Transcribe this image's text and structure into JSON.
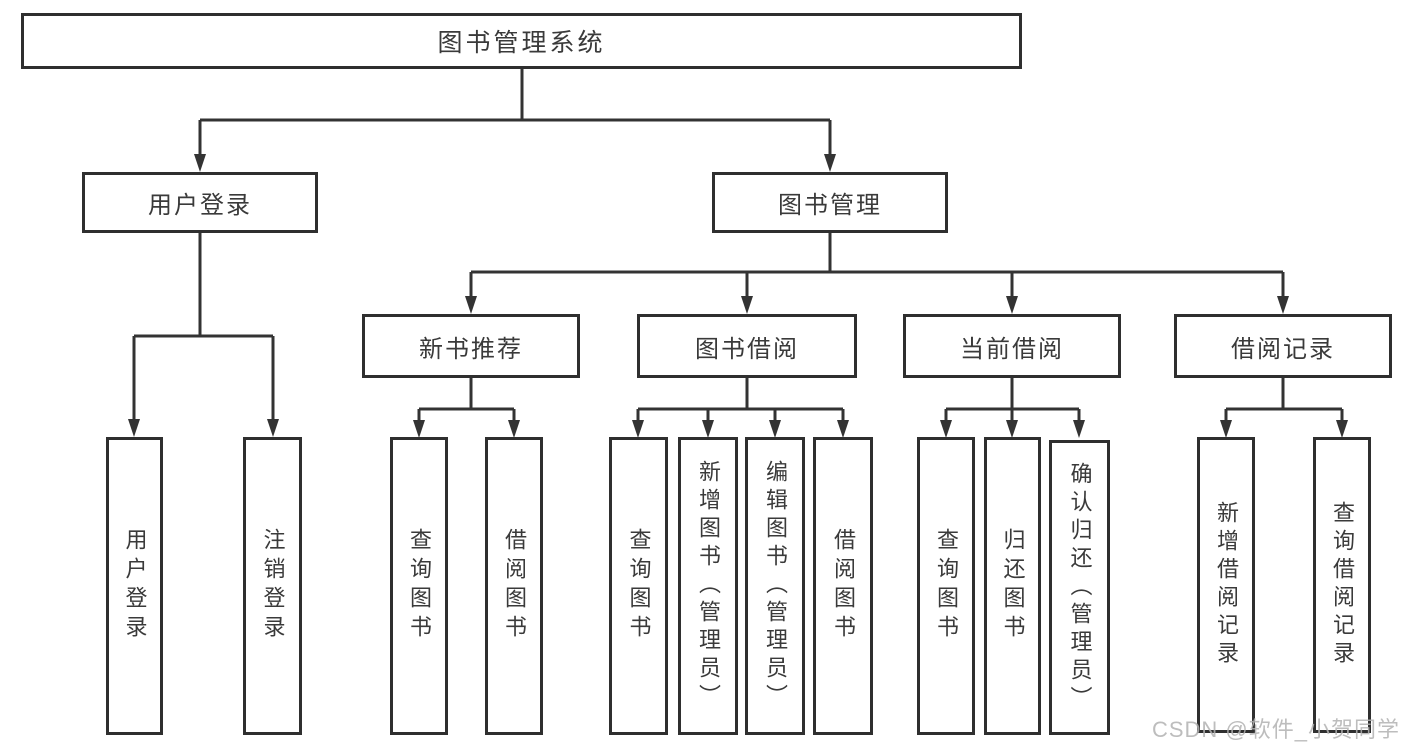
{
  "colors": {
    "background": "#ffffff",
    "box_border": "#2f2f2f",
    "connector": "#333333",
    "text": "#3a3a3a",
    "watermark": "#b2b2b2"
  },
  "watermark": {
    "text": "CSDN @软件_小贺同学"
  },
  "tree": {
    "label": "图书管理系统",
    "children": [
      {
        "label": "用户登录",
        "children": [
          {
            "label": "用户登录"
          },
          {
            "label": "注销登录"
          }
        ]
      },
      {
        "label": "图书管理",
        "children": [
          {
            "label": "新书推荐",
            "children": [
              {
                "label": "查询图书"
              },
              {
                "label": "借阅图书"
              }
            ]
          },
          {
            "label": "图书借阅",
            "children": [
              {
                "label": "查询图书"
              },
              {
                "label": "新增图书（管理员）"
              },
              {
                "label": "编辑图书（管理员）"
              },
              {
                "label": "借阅图书"
              }
            ]
          },
          {
            "label": "当前借阅",
            "children": [
              {
                "label": "查询图书"
              },
              {
                "label": "归还图书"
              },
              {
                "label": "确认归还（管理员）"
              }
            ]
          },
          {
            "label": "借阅记录",
            "children": [
              {
                "label": "新增借阅记录"
              },
              {
                "label": "查询借阅记录"
              }
            ]
          }
        ]
      }
    ]
  }
}
